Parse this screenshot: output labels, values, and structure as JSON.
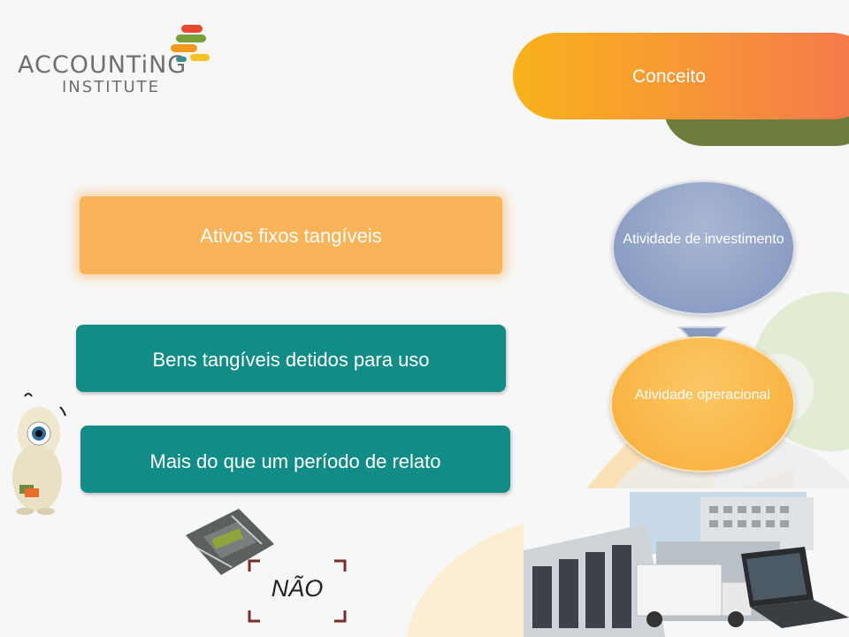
{
  "logo": {
    "line1": "ACCOUNTiNG",
    "line2": "INSTITUTE"
  },
  "header": {
    "title": "Conceito"
  },
  "boxes": [
    {
      "label": "Ativos fixos tangíveis"
    },
    {
      "label": "Bens tangíveis detidos para uso"
    },
    {
      "label": "Mais do que um período de relato"
    }
  ],
  "flow": {
    "top_circle": "Atividade de investimento",
    "bottom_circle": "Atividade operacional"
  },
  "answer": {
    "label": "NÃO"
  },
  "colors": {
    "teal": "#128c86",
    "orange": "#f9b45a",
    "header_gradient_start": "#f8b21a",
    "header_gradient_end": "#f4754d",
    "olive": "#6d7d3c",
    "blue_circle": "#8c9ec4",
    "yellow_circle": "#f9b545"
  }
}
